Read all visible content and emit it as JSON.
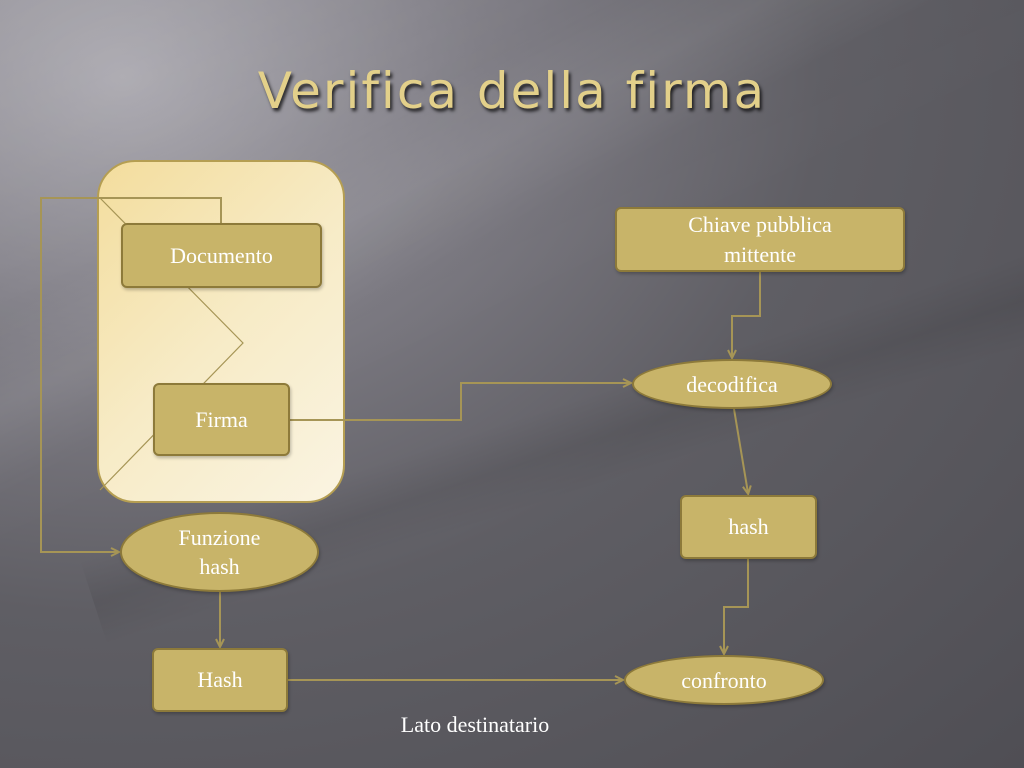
{
  "slide": {
    "title": "Verifica della firma",
    "caption": "Lato destinatario"
  },
  "nodes": {
    "documento": "Documento",
    "firma": "Firma",
    "funzione_hash": "Funzione\nhash",
    "hash_left": "Hash",
    "chiave": "Chiave pubblica\nmittente",
    "decodifica": "decodifica",
    "hash_right": "hash",
    "confronto": "confronto"
  },
  "colors": {
    "title": "#e3d08a",
    "node_fill": "#c8b469",
    "node_border": "#8d7a3a",
    "connector": "#a69556",
    "panel_fill": "#f7ebc6"
  }
}
